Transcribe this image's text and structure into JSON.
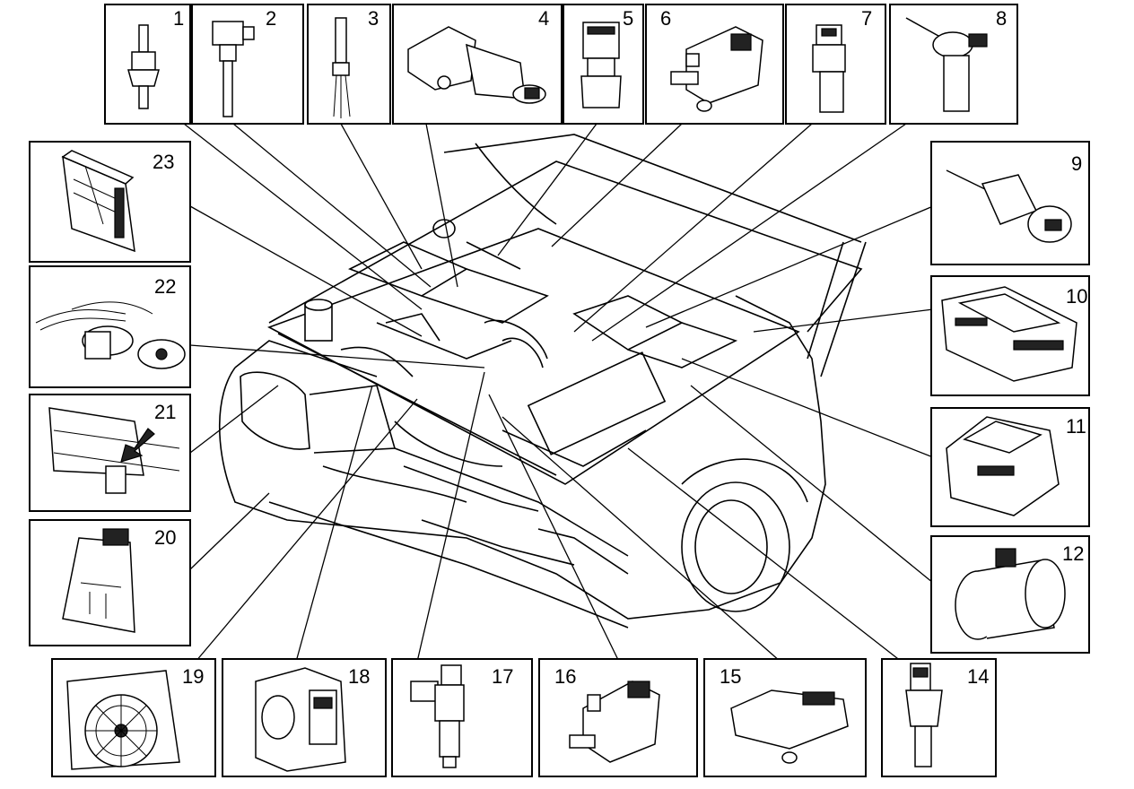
{
  "labels": {
    "p1": "1",
    "p2": "2",
    "p3": "3",
    "p4": "4",
    "p5": "5",
    "p6": "6",
    "p7": "7",
    "p8": "8",
    "p9": "9",
    "p10": "10",
    "p11": "11",
    "p12": "12",
    "p14": "14",
    "p15": "15",
    "p16": "16",
    "p17": "17",
    "p18": "18",
    "p19": "19",
    "p20": "20",
    "p21": "21",
    "p22": "22",
    "p23": "23"
  }
}
